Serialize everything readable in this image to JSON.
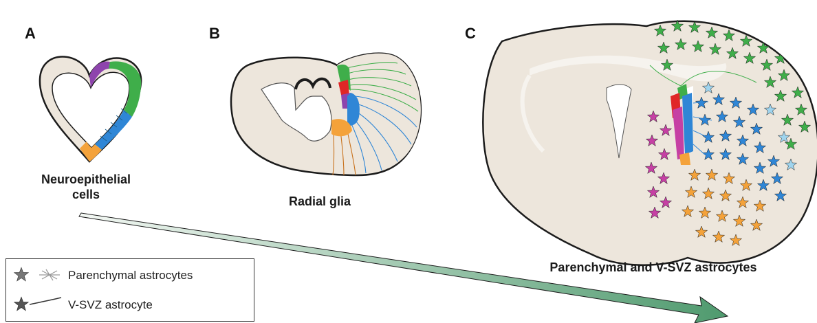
{
  "panels": {
    "a": {
      "letter": "A",
      "caption_line1": "Neuroepithelial",
      "caption_line2": "cells"
    },
    "b": {
      "letter": "B",
      "caption": "Radial glia"
    },
    "c": {
      "letter": "C",
      "caption": "Parenchymal and V-SVZ astrocytes"
    }
  },
  "legend": {
    "items": [
      {
        "label": "Parenchymal astrocytes",
        "icon": "parenchymal-astrocyte-icon"
      },
      {
        "label": "V-SVZ astrocyte",
        "icon": "vsvz-astrocyte-icon"
      }
    ]
  },
  "colors": {
    "tissue": "#ede6dc",
    "outline": "#1c1c1c",
    "green": "#3fae4a",
    "blue": "#2f86d6",
    "light_blue": "#9fd4ee",
    "orange": "#f4a23a",
    "magenta": "#c640a4",
    "purple": "#8e44ad",
    "red": "#e02626",
    "arrow_light": "#eef5ee",
    "arrow_dark": "#4f9a6e"
  }
}
